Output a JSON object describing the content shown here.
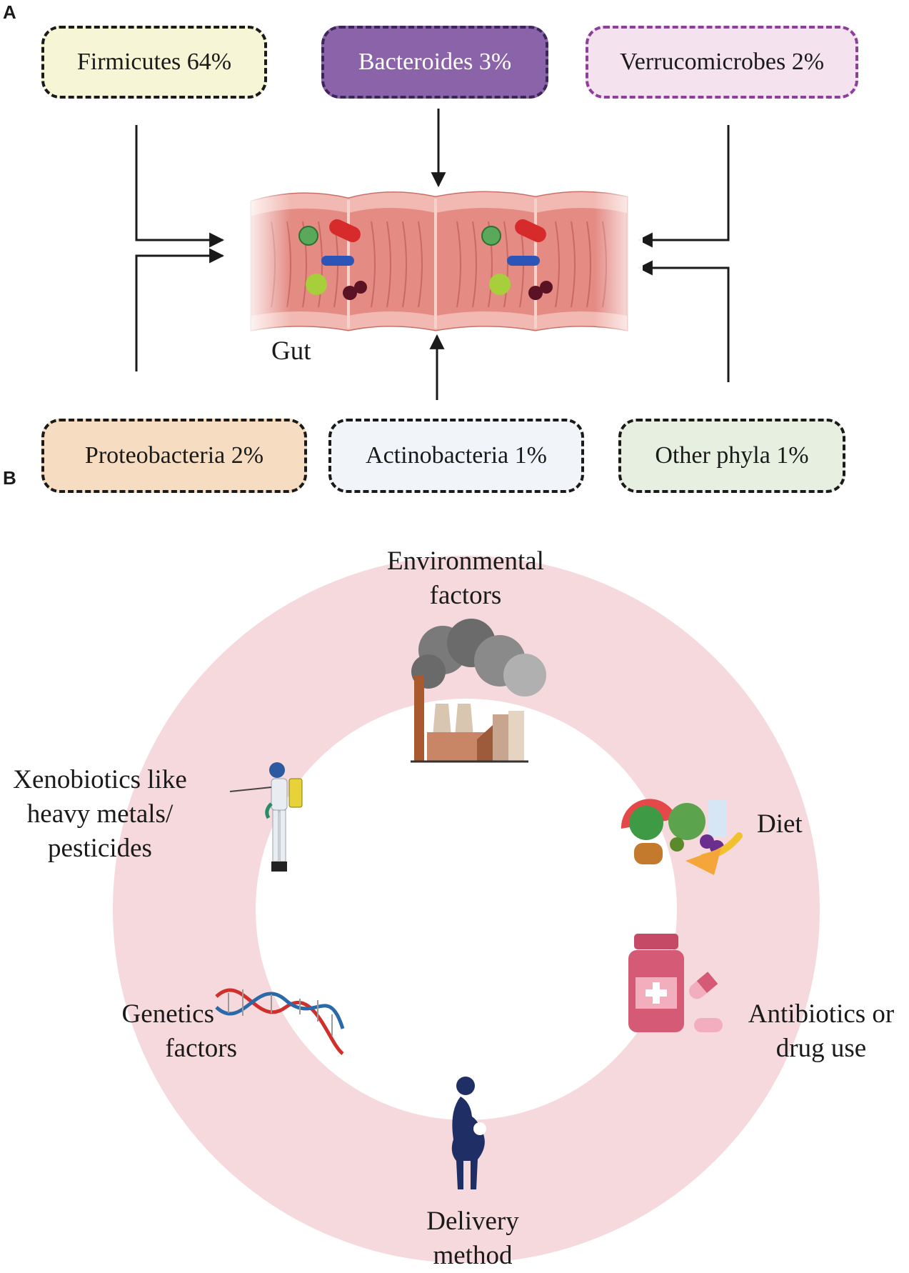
{
  "panel_a": {
    "label": "A",
    "gut_label": "Gut",
    "phyla": [
      {
        "name": "Firmicutes 64%",
        "fill": "#f6f6d6",
        "border": "#1a1a1a",
        "text": "#1a1a1a"
      },
      {
        "name": "Bacteroides 3%",
        "fill": "#8a63a8",
        "border": "#3b2559",
        "text": "#ffffff"
      },
      {
        "name": "Verrucomicrobes 2%",
        "fill": "#f5e2ef",
        "border": "#8e3f9a",
        "text": "#1a1a1a"
      },
      {
        "name": "Proteobacteria 2%",
        "fill": "#f6dcc0",
        "border": "#1a1a1a",
        "text": "#1a1a1a"
      },
      {
        "name": "Actinobacteria 1%",
        "fill": "#f1f5fa",
        "border": "#1a1a1a",
        "text": "#1a1a1a"
      },
      {
        "name": "Other phyla 1%",
        "fill": "#e7efe1",
        "border": "#1a1a1a",
        "text": "#1a1a1a"
      }
    ]
  },
  "panel_b": {
    "label": "B",
    "ring_color": "#f6d9dc",
    "factors": [
      {
        "lines": [
          "Environmental",
          "factors"
        ],
        "icon": "factory-icon"
      },
      {
        "lines": [
          "Diet"
        ],
        "icon": "food-icon"
      },
      {
        "lines": [
          "Antibiotics or",
          "drug use"
        ],
        "icon": "medicine-bottle-icon"
      },
      {
        "lines": [
          "Delivery",
          "method"
        ],
        "icon": "pregnant-woman-icon"
      },
      {
        "lines": [
          "Genetics",
          "factors"
        ],
        "icon": "dna-icon"
      },
      {
        "lines": [
          "Xenobiotics like",
          "heavy metals/",
          "pesticides"
        ],
        "icon": "pesticide-sprayer-icon"
      }
    ]
  }
}
